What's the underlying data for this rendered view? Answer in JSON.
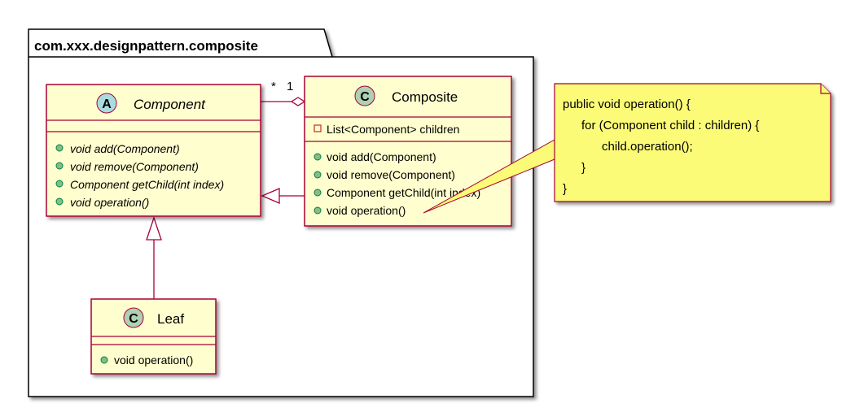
{
  "package": {
    "name": "com.xxx.designpattern.composite"
  },
  "colors": {
    "class_fill": "#FEFECE",
    "class_border": "#A80036",
    "abstract_circle": "#A9DCDF",
    "class_circle": "#ADD1B2",
    "public_dot_fill": "#84BE84",
    "public_dot_stroke": "#038048",
    "private_square": "#C82930",
    "note_fill": "#FBFB77",
    "line": "#A80036"
  },
  "classes": {
    "component": {
      "letter": "A",
      "name": "Component",
      "abstract": true,
      "methods": [
        "void add(Component)",
        "void remove(Component)",
        "Component getChild(int index)",
        "void operation()"
      ]
    },
    "composite": {
      "letter": "C",
      "name": "Composite",
      "fields": [
        "List<Component> children"
      ],
      "methods": [
        "void add(Component)",
        "void remove(Component)",
        "Component getChild(int index)",
        "void operation()"
      ]
    },
    "leaf": {
      "letter": "C",
      "name": "Leaf",
      "methods": [
        "void operation()"
      ]
    }
  },
  "relations": {
    "aggregation": {
      "component_multiplicity": "*",
      "composite_multiplicity": "1"
    }
  },
  "note": {
    "lines": [
      "public void operation() {",
      "for (Component child : children) {",
      "child.operation();",
      "}",
      "}"
    ]
  }
}
